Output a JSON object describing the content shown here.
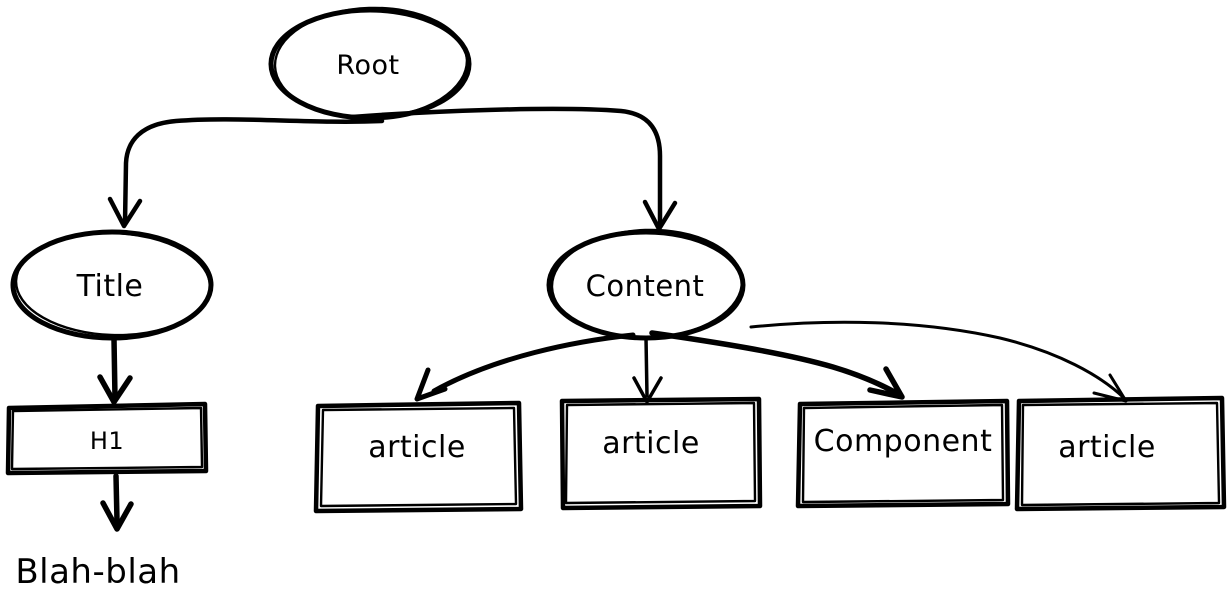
{
  "diagram": {
    "type": "tree",
    "style": "hand-drawn-sketch",
    "colors": {
      "stroke": "#000000",
      "background": "#ffffff",
      "text": "#000000"
    },
    "nodes": [
      {
        "id": "root",
        "label": "Root",
        "shape": "ellipse"
      },
      {
        "id": "title",
        "label": "Title",
        "shape": "ellipse"
      },
      {
        "id": "content",
        "label": "Content",
        "shape": "ellipse"
      },
      {
        "id": "h1",
        "label": "H1",
        "shape": "rectangle"
      },
      {
        "id": "blah-blah",
        "label": "Blah-blah",
        "shape": "text"
      },
      {
        "id": "article-1",
        "label": "article",
        "shape": "rectangle"
      },
      {
        "id": "article-2",
        "label": "article",
        "shape": "rectangle"
      },
      {
        "id": "component",
        "label": "Component",
        "shape": "rectangle"
      },
      {
        "id": "article-3",
        "label": "article",
        "shape": "rectangle"
      }
    ],
    "edges": [
      {
        "from": "root",
        "to": "title"
      },
      {
        "from": "root",
        "to": "content"
      },
      {
        "from": "title",
        "to": "h1"
      },
      {
        "from": "h1",
        "to": "blah-blah"
      },
      {
        "from": "content",
        "to": "article-1"
      },
      {
        "from": "content",
        "to": "article-2"
      },
      {
        "from": "content",
        "to": "component"
      },
      {
        "from": "content",
        "to": "article-3"
      }
    ]
  }
}
